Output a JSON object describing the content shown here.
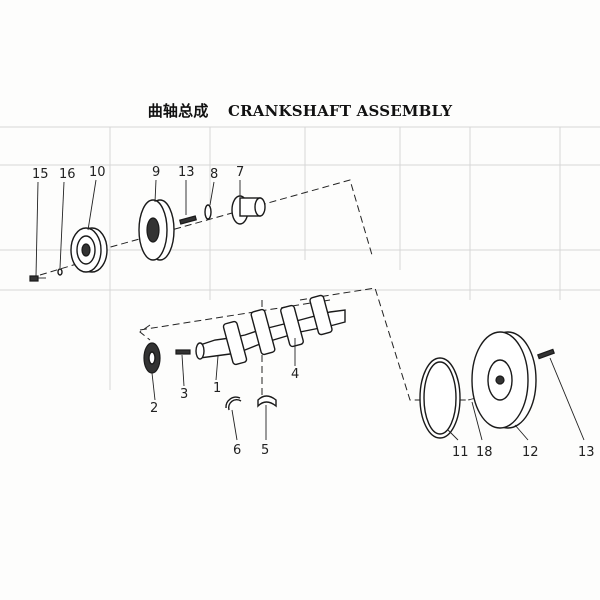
{
  "title": {
    "chinese": "曲轴总成",
    "english": "CRANKSHAFT ASSEMBLY"
  },
  "callouts": {
    "c1": "1",
    "c2": "2",
    "c3": "3",
    "c4": "4",
    "c5": "5",
    "c6": "6",
    "c7": "7",
    "c8": "8",
    "c9": "9",
    "c10": "10",
    "c11": "11",
    "c12": "12",
    "c13a": "13",
    "c13b": "13",
    "c15": "15",
    "c16": "16",
    "c18": "18"
  }
}
